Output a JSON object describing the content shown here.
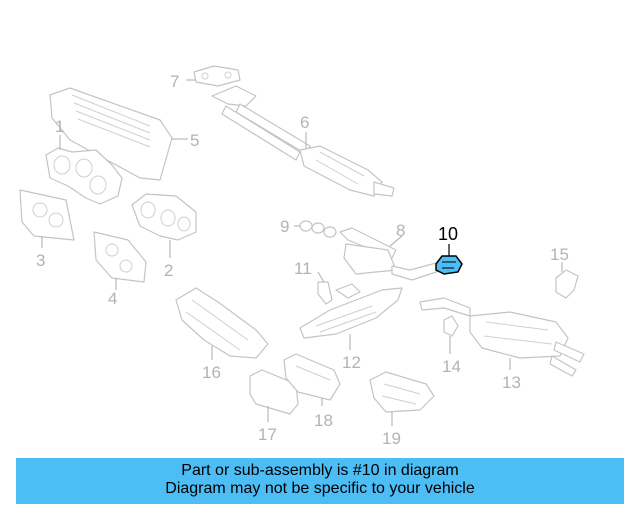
{
  "diagram": {
    "highlight_color": "#4dbdf5",
    "callouts": [
      {
        "number": "1"
      },
      {
        "number": "2"
      },
      {
        "number": "3"
      },
      {
        "number": "4"
      },
      {
        "number": "5"
      },
      {
        "number": "6"
      },
      {
        "number": "7"
      },
      {
        "number": "8"
      },
      {
        "number": "9"
      },
      {
        "number": "10"
      },
      {
        "number": "11"
      },
      {
        "number": "12"
      },
      {
        "number": "13"
      },
      {
        "number": "14"
      },
      {
        "number": "15"
      },
      {
        "number": "16"
      },
      {
        "number": "17"
      },
      {
        "number": "18"
      },
      {
        "number": "19"
      }
    ],
    "highlighted_part": "10"
  },
  "banner": {
    "line1": "Part or sub-assembly is #10 in diagram",
    "line2": "Diagram may not be specific to your vehicle",
    "background": "#4dbdf5"
  }
}
